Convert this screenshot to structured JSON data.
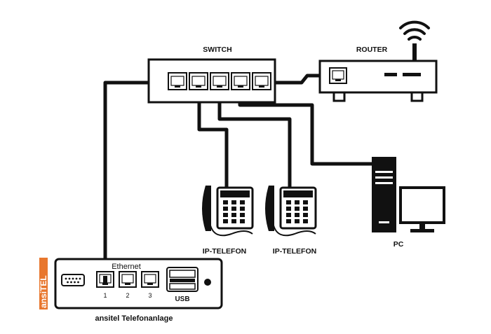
{
  "labels": {
    "switch": "SWITCH",
    "router": "ROUTER",
    "ip_phone_1": "IP-TELEFON",
    "ip_phone_2": "IP-TELEFON",
    "pc": "PC",
    "ethernet": "Ethernet",
    "port_1": "1",
    "port_2": "2",
    "port_3": "3",
    "usb": "USB",
    "pbx_caption": "ansitel Telefonanlage",
    "brand": "ansiTEL"
  },
  "colors": {
    "cable": "#111111",
    "device_stroke": "#111111",
    "port_fill": "#ffffff",
    "brand_fill": "#e8772e",
    "background": "#ffffff"
  }
}
